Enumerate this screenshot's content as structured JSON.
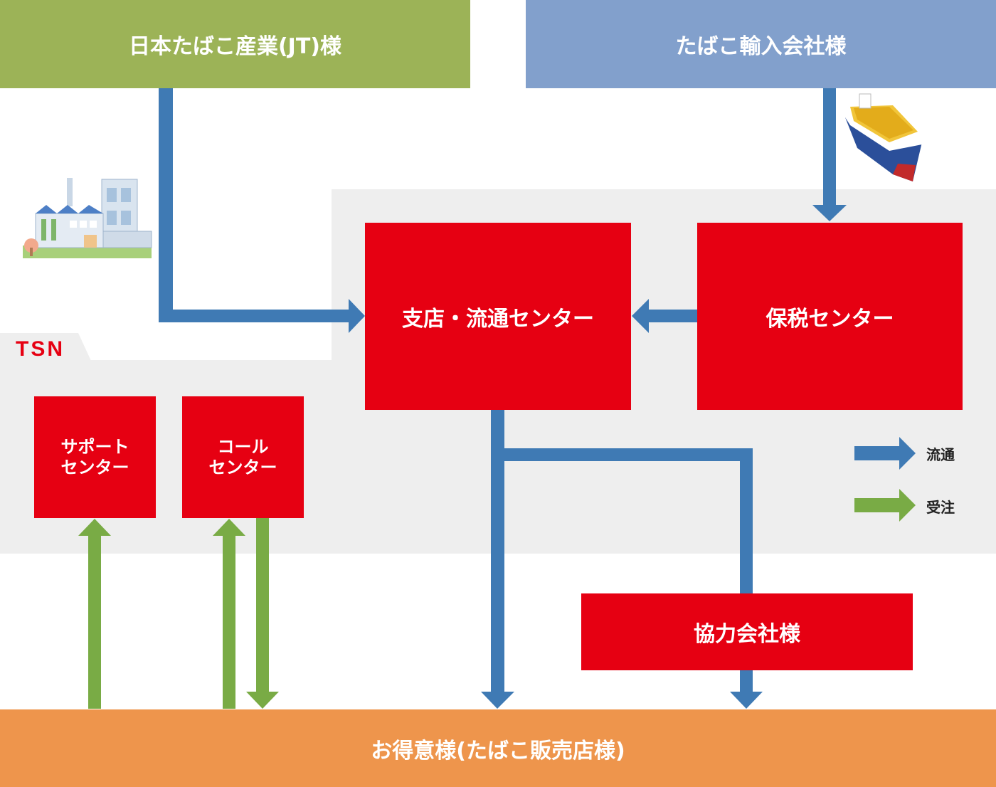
{
  "colors": {
    "green_box": "#9cb357",
    "blue_box": "#82a0cc",
    "red_box": "#e60012",
    "orange_box": "#ee954c",
    "gray_area": "#eeeeee",
    "flow_arrow": "#3f7ab4",
    "order_arrow": "#79ab45",
    "tsn_text": "#e60012"
  },
  "top": {
    "jt": "日本たばこ産業(JT)様",
    "importers": "たばこ輸入会社様"
  },
  "centers": {
    "branch": "支店・流通センター",
    "bonded": "保税センター",
    "support": "サポート\nセンター",
    "call": "コール\nセンター",
    "partner": "協力会社様"
  },
  "tsn_label": "TSN",
  "customers": "お得意様(たばこ販売店様)",
  "legend": {
    "flow": "流通",
    "order": "受注"
  },
  "icons": {
    "factory": "factory-illustration",
    "ship": "container-ship-illustration"
  }
}
